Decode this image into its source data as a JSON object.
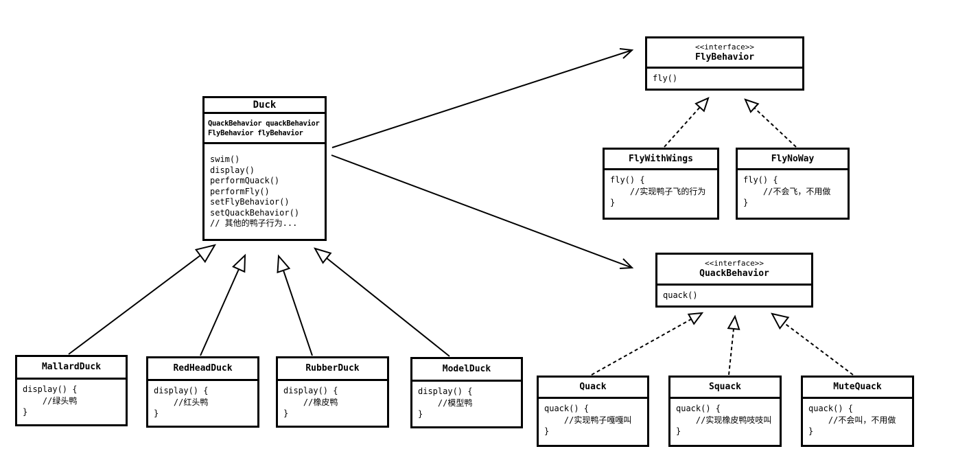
{
  "colors": {
    "background": "#ffffff",
    "stroke": "#000000",
    "text": "#000000"
  },
  "diagram": {
    "classes": {
      "duck": {
        "name": "Duck",
        "attributes": [
          "QuackBehavior quackBehavior",
          "FlyBehavior flyBehavior"
        ],
        "methods": [
          "swim()",
          "display()",
          "performQuack()",
          "performFly()",
          "setFlyBehavior()",
          "setQuackBehavior()",
          "// 其他的鸭子行为..."
        ]
      },
      "flyBehavior": {
        "stereotype": "<<interface>>",
        "name": "FlyBehavior",
        "methods": [
          "fly()"
        ]
      },
      "flyWithWings": {
        "name": "FlyWithWings",
        "methods": [
          "fly() {",
          "    //实现鸭子飞的行为",
          "}"
        ]
      },
      "flyNoWay": {
        "name": "FlyNoWay",
        "methods": [
          "fly() {",
          "    //不会飞，不用做",
          "}"
        ]
      },
      "quackBehavior": {
        "stereotype": "<<interface>>",
        "name": "QuackBehavior",
        "methods": [
          "quack()"
        ]
      },
      "quack": {
        "name": "Quack",
        "methods": [
          "quack() {",
          "    //实现鸭子嘎嘎叫",
          "}"
        ]
      },
      "squack": {
        "name": "Squack",
        "methods": [
          "quack() {",
          "    //实现橡皮鸭吱吱叫",
          "}"
        ]
      },
      "muteQuack": {
        "name": "MuteQuack",
        "methods": [
          "quack() {",
          "    //不会叫，不用做",
          "}"
        ]
      },
      "mallardDuck": {
        "name": "MallardDuck",
        "methods": [
          "display() {",
          "    //绿头鸭",
          "}"
        ]
      },
      "redHeadDuck": {
        "name": "RedHeadDuck",
        "methods": [
          "display() {",
          "    //红头鸭",
          "}"
        ]
      },
      "rubberDuck": {
        "name": "RubberDuck",
        "methods": [
          "display() {",
          "    //橡皮鸭",
          "}"
        ]
      },
      "modelDuck": {
        "name": "ModelDuck",
        "methods": [
          "display() {",
          "    //模型鸭",
          "}"
        ]
      }
    },
    "relationships": [
      {
        "type": "association",
        "from": "Duck",
        "to": "FlyBehavior"
      },
      {
        "type": "association",
        "from": "Duck",
        "to": "QuackBehavior"
      },
      {
        "type": "realization",
        "from": "FlyWithWings",
        "to": "FlyBehavior"
      },
      {
        "type": "realization",
        "from": "FlyNoWay",
        "to": "FlyBehavior"
      },
      {
        "type": "realization",
        "from": "Quack",
        "to": "QuackBehavior"
      },
      {
        "type": "realization",
        "from": "Squack",
        "to": "QuackBehavior"
      },
      {
        "type": "realization",
        "from": "MuteQuack",
        "to": "QuackBehavior"
      },
      {
        "type": "generalization",
        "from": "MallardDuck",
        "to": "Duck"
      },
      {
        "type": "generalization",
        "from": "RedHeadDuck",
        "to": "Duck"
      },
      {
        "type": "generalization",
        "from": "RubberDuck",
        "to": "Duck"
      },
      {
        "type": "generalization",
        "from": "ModelDuck",
        "to": "Duck"
      }
    ]
  }
}
